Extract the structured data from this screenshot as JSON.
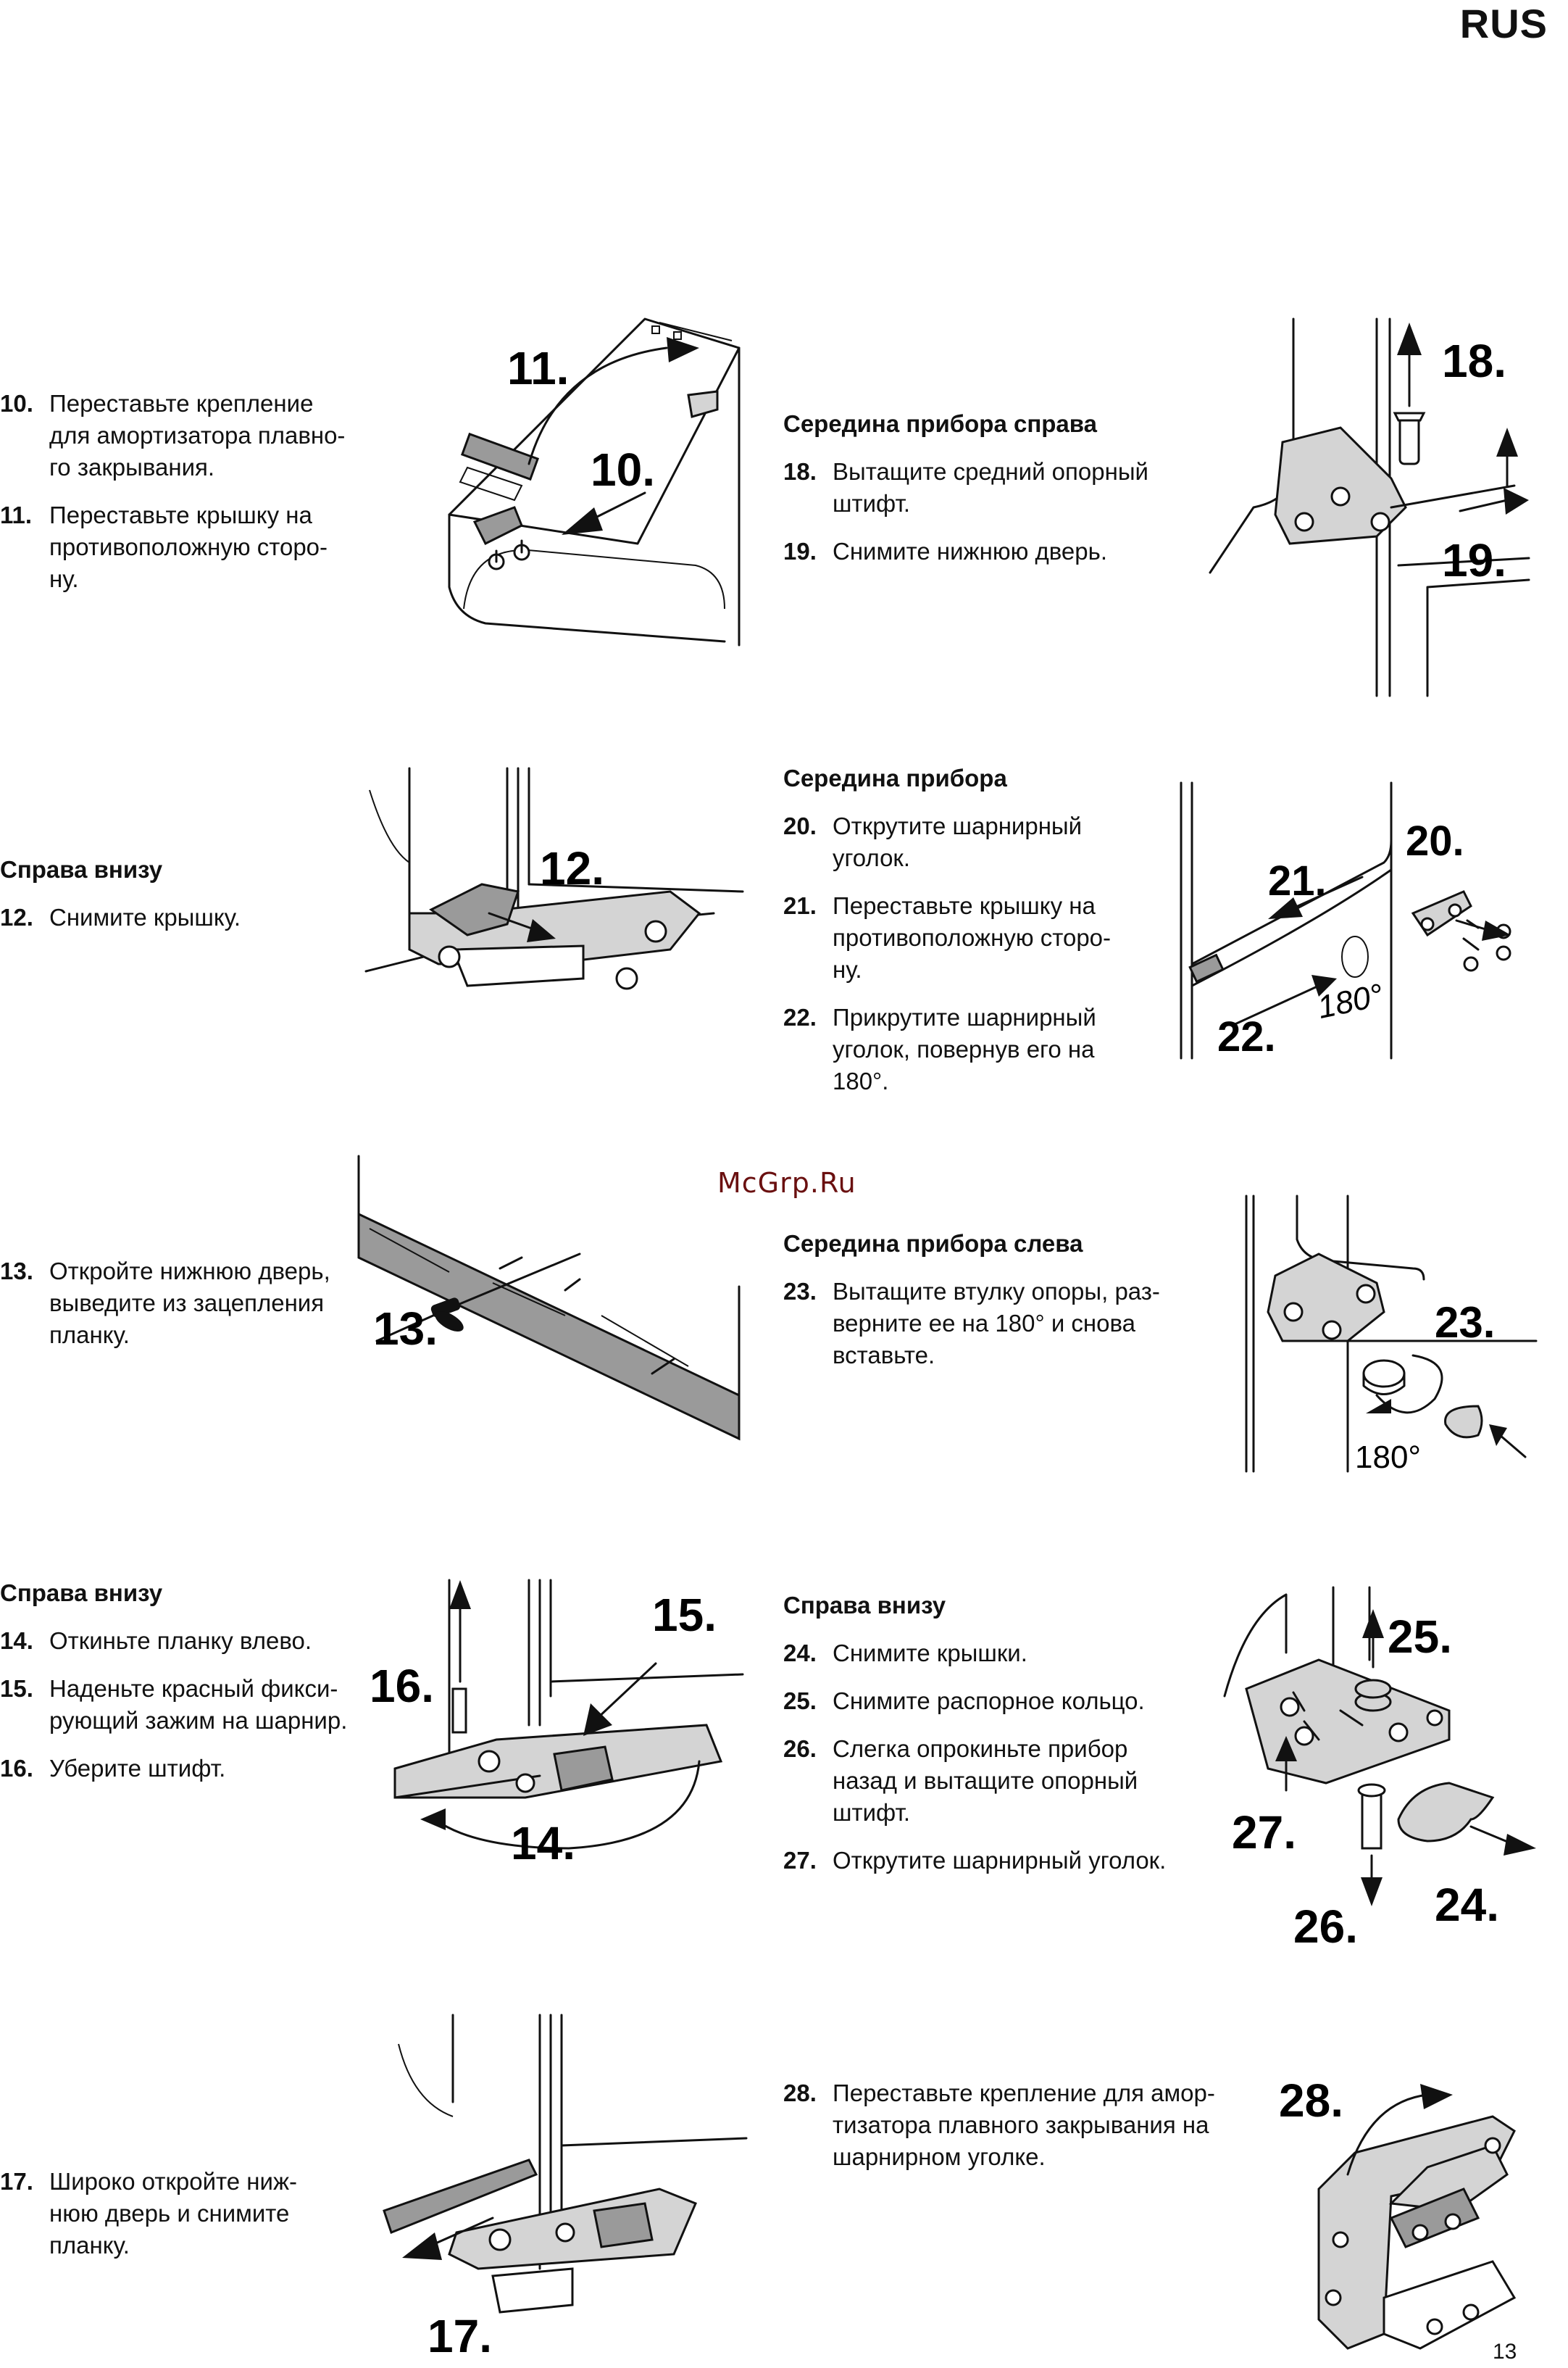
{
  "header": {
    "lang": "RUS"
  },
  "watermark": "McGrp.Ru",
  "page_number": "13",
  "left": {
    "steps_10_11": [
      {
        "num": "10.",
        "text": "Переставьте крепление\nдля амортизатора плавно-\nго закрывания."
      },
      {
        "num": "11.",
        "text": "Переставьте крышку на\nпротивоположную сторо-\nну."
      }
    ],
    "block12": {
      "heading": "Справа внизу",
      "steps": [
        {
          "num": "12.",
          "text": "Снимите крышку."
        }
      ]
    },
    "steps_13": [
      {
        "num": "13.",
        "text": "Откройте нижнюю дверь,\nвыведите из зацепления\nпланку."
      }
    ],
    "block14": {
      "heading": "Справа внизу",
      "steps": [
        {
          "num": "14.",
          "text": "Откиньте планку влево."
        },
        {
          "num": "15.",
          "text": "Наденьте красный фикси-\nрующий зажим на шарнир."
        },
        {
          "num": "16.",
          "text": "Уберите штифт."
        }
      ]
    },
    "steps_17": [
      {
        "num": "17.",
        "text": "Широко откройте ниж-\nнюю дверь и снимите\nпланку."
      }
    ]
  },
  "right": {
    "block18": {
      "heading": "Середина прибора справа",
      "steps": [
        {
          "num": "18.",
          "text": "Вытащите средний опорный\nштифт."
        },
        {
          "num": "19.",
          "text": "Снимите нижнюю дверь."
        }
      ]
    },
    "block20": {
      "heading": "Середина прибора",
      "steps": [
        {
          "num": "20.",
          "text": "Открутите шарнирный\nуголок."
        },
        {
          "num": "21.",
          "text": "Переставьте крышку на\nпротивоположную сторо-\nну."
        },
        {
          "num": "22.",
          "text": "Прикрутите шарнирный\nуголок, повернув его на\n180°."
        }
      ]
    },
    "block23": {
      "heading": "Середина прибора слева",
      "steps": [
        {
          "num": "23.",
          "text": "Вытащите втулку опоры, раз-\nверните ее на 180° и снова\nвставьте."
        }
      ]
    },
    "block24": {
      "heading": "Справа внизу",
      "steps": [
        {
          "num": "24.",
          "text": "Снимите крышки."
        },
        {
          "num": "25.",
          "text": "Снимите распорное кольцо."
        },
        {
          "num": "26.",
          "text": "Слегка опрокиньте прибор\nназад и вытащите опорный\nштифт."
        },
        {
          "num": "27.",
          "text": "Открутите шарнирный уголок."
        }
      ]
    },
    "steps_28": [
      {
        "num": "28.",
        "text": "Переставьте крепление для амор-\nтизатора плавного закрывания на\nшарнирном уголке."
      }
    ]
  },
  "figures": {
    "fig_10_11": {
      "labels": [
        "11.",
        "10."
      ]
    },
    "fig_12": {
      "labels": [
        "12."
      ]
    },
    "fig_13": {
      "labels": [
        "13."
      ]
    },
    "fig_14_16": {
      "labels": [
        "15.",
        "16.",
        "14."
      ]
    },
    "fig_17": {
      "labels": [
        "17."
      ]
    },
    "fig_18_19": {
      "labels": [
        "18.",
        "19."
      ]
    },
    "fig_20_22": {
      "labels": [
        "21.",
        "20.",
        "22."
      ],
      "angle": "180°"
    },
    "fig_23": {
      "labels": [
        "23."
      ],
      "angle": "180°"
    },
    "fig_24_27": {
      "labels": [
        "25.",
        "27.",
        "26.",
        "24."
      ]
    },
    "fig_28": {
      "labels": [
        "28."
      ]
    }
  }
}
